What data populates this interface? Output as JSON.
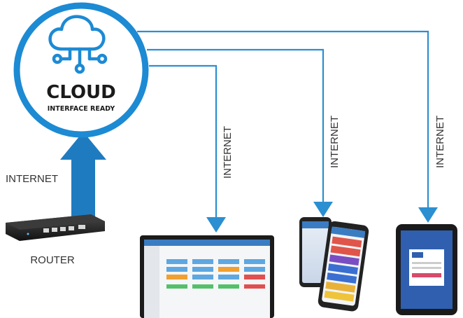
{
  "cloud": {
    "title": "CLOUD",
    "subtitle": "INTERFACE READY",
    "icon": "cloud-network-icon"
  },
  "router": {
    "label": "ROUTER",
    "link_label": "INTERNET",
    "icon": "router-icon"
  },
  "connections": [
    {
      "label": "INTERNET",
      "target": "laptop"
    },
    {
      "label": "INTERNET",
      "target": "smartphones"
    },
    {
      "label": "INTERNET",
      "target": "tablet"
    }
  ],
  "colors": {
    "line": "#2b8fd1",
    "router_arrow": "#1f7bc0",
    "cloud_ring": "#1d8ad4",
    "cloud_text": "#1a1a1a",
    "label_text": "#333333"
  }
}
